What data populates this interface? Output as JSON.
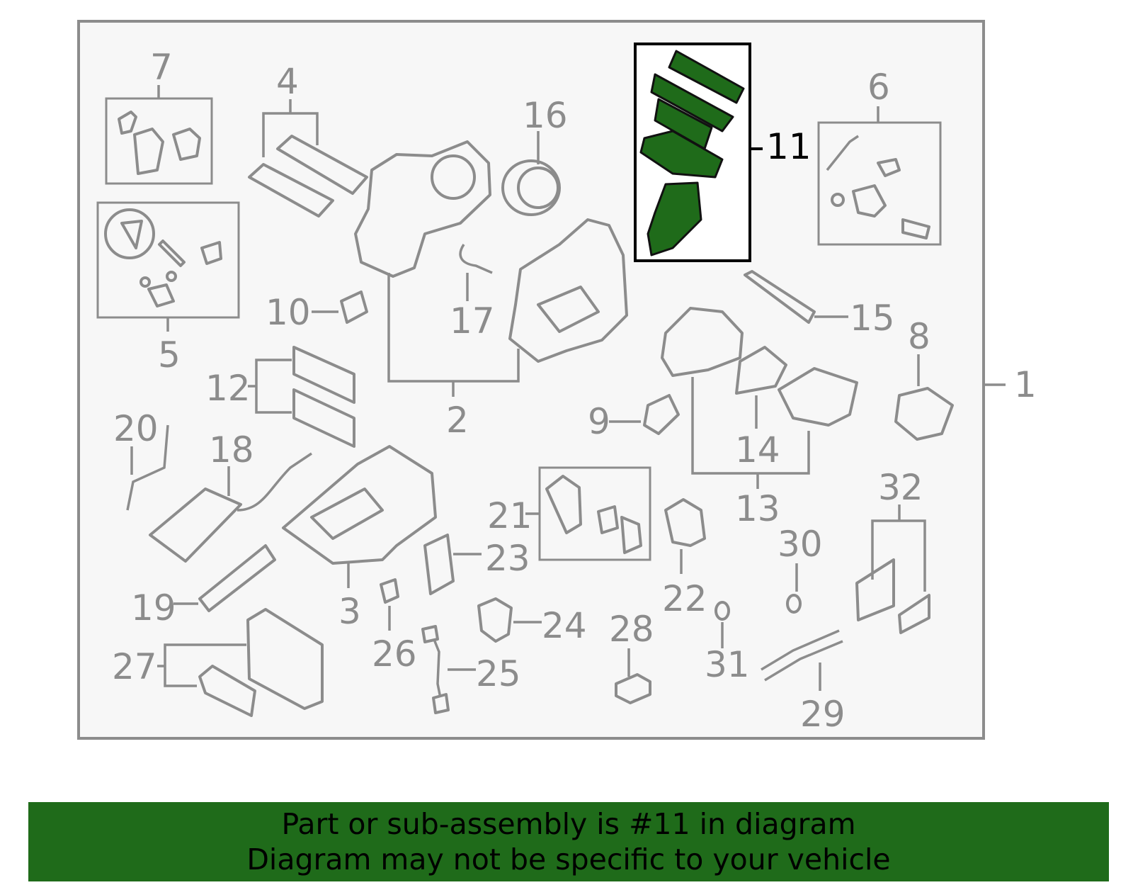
{
  "diagram": {
    "frame_label": "1",
    "highlighted_part": "11",
    "callouts": [
      "1",
      "2",
      "3",
      "4",
      "5",
      "6",
      "7",
      "8",
      "9",
      "10",
      "11",
      "12",
      "13",
      "14",
      "15",
      "16",
      "17",
      "18",
      "19",
      "20",
      "21",
      "22",
      "23",
      "24",
      "25",
      "26",
      "27",
      "28",
      "29",
      "30",
      "31",
      "32"
    ]
  },
  "banner": {
    "line1": "Part or sub-assembly is #11 in diagram",
    "line2": "Diagram may not be specific to your vehicle",
    "background": "#1f6b1a"
  },
  "colors": {
    "line": "#8c8c8c",
    "highlight_fill": "#1f6b1a",
    "highlight_stroke": "#111111"
  }
}
